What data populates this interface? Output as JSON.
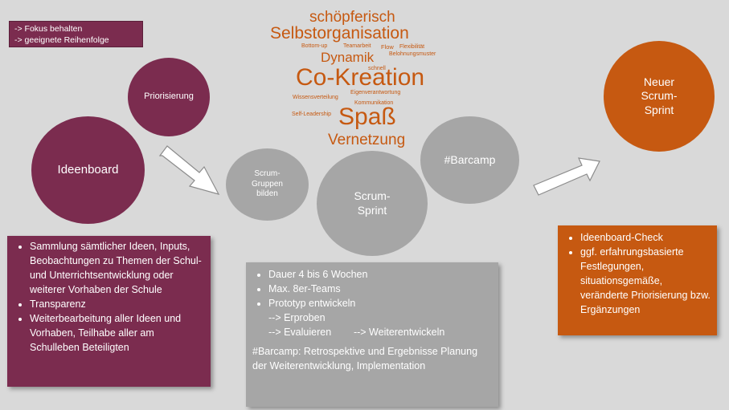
{
  "focus_box": {
    "lines": [
      "-> Fokus behalten",
      "-> geeignete Reihenfolge"
    ]
  },
  "circles": {
    "priorisierung": "Priorisierung",
    "ideenboard": "Ideenboard",
    "scrum_gruppen": "Scrum-\nGruppen\nbilden",
    "scrum_sprint": "Scrum-\nSprint",
    "barcamp": "#Barcamp",
    "neuer_sprint": "Neuer\nScrum-\nSprint"
  },
  "word_cloud": {
    "schoepferisch": "schöpferisch",
    "selbstorganisation": "Selbstorganisation",
    "bottom_up": "Bottom-up",
    "teamarbeit": "Teamarbeit",
    "flow": "Flow",
    "flexibilitaet": "Flexibilität",
    "belohnungsmuster": "Belohnungsmuster",
    "dynamik": "Dynamik",
    "schnell": "schnell",
    "co_kreation": "Co-Kreation",
    "wissensverteilung": "Wissensverteilung",
    "eigenverantwortung": "Eigenverantwortung",
    "kommunikation": "Kommunikation",
    "self_leadership": "Self-Leadership",
    "spass": "Spaß",
    "vernetzung": "Vernetzung"
  },
  "left_box": {
    "items": [
      "Sammlung sämtlicher Ideen, Inputs, Beobachtungen zu Themen der Schul- und Unterrichtsentwicklung oder weiterer Vorhaben der Schule",
      "Transparenz",
      "Weiterbearbeitung aller Ideen und Vorhaben, Teilhabe aller am Schulleben Beteiligten"
    ]
  },
  "middle_box": {
    "items": [
      "Dauer 4 bis 6 Wochen",
      "Max. 8er-Teams",
      "Prototyp entwickeln"
    ],
    "sub_lines": [
      "--> Erproben",
      "--> Evaluieren        --> Weiterentwickeln"
    ],
    "footer": "#Barcamp: Retrospektive und Ergebnisse Planung der Weiterentwicklung, Implementation"
  },
  "right_box": {
    "items": [
      "Ideenboard-Check",
      "ggf. erfahrungsbasierte Festlegungen, situationsgemäße, veränderte Priorisierung bzw. Ergänzungen"
    ]
  },
  "colors": {
    "maroon": "#7b2c4f",
    "grey": "#a6a6a6",
    "orange": "#c65911",
    "background": "#d9d9d9"
  }
}
